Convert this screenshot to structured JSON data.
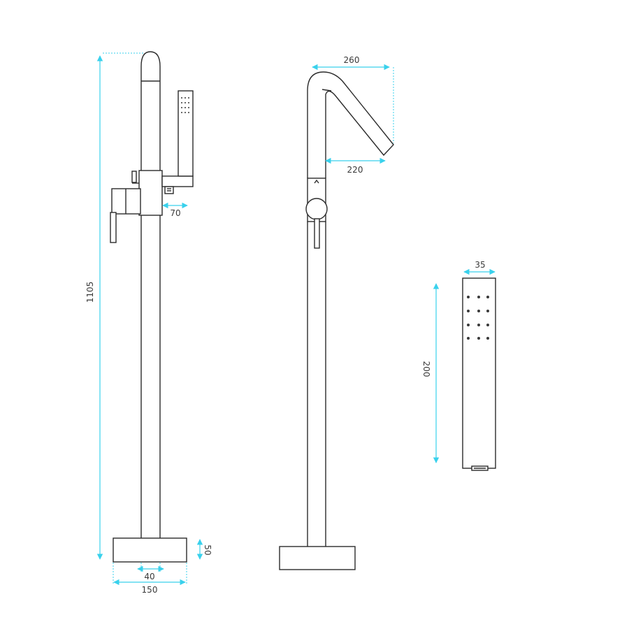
{
  "dimensions": {
    "total_height": "1105",
    "handle_offset": "70",
    "base_height": "50",
    "pipe_diameter": "40",
    "base_width": "150",
    "spout_reach": "260",
    "spout_inner_reach": "220",
    "handshower_width": "35",
    "handshower_length": "200"
  },
  "colors": {
    "dimension_line": "#39d1ec",
    "outline": "#2b2b2b"
  }
}
